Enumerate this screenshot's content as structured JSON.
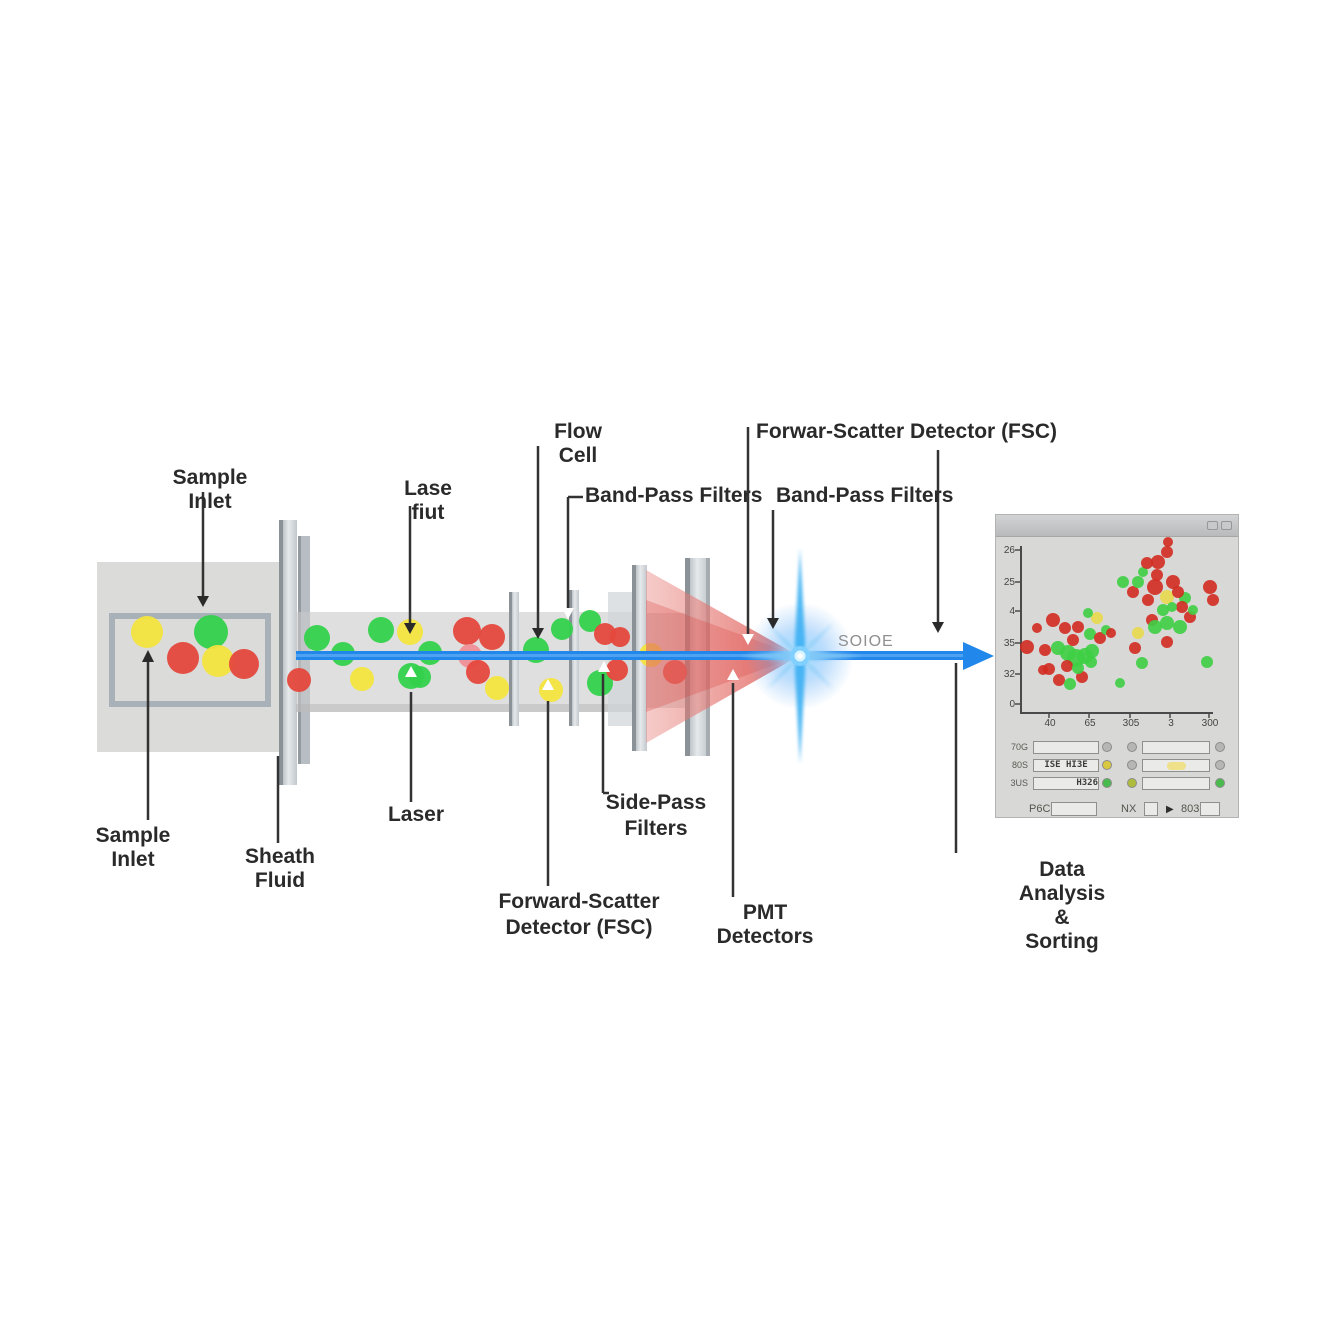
{
  "labels": {
    "sample_inlet_top": "Sample Inlet",
    "lase_fiut": "Lase fiut",
    "flow_cell": "Flow Cell",
    "band_pass_left": "Band-Pass Filters",
    "forward_scatter_top": "Forwar-Scatter Detector (FSC)",
    "band_pass_right": "Band-Pass Filters",
    "sample_inlet_bottom": "Sample Inlet",
    "sheath_fluid": "Sheath Fluid",
    "laser": "Laser",
    "fsc_bottom_line1": "Forward-Scatter",
    "fsc_bottom_line2": "Detector (FSC)",
    "side_pass_line1": "Side-Pass",
    "side_pass_line2": "Filters",
    "pmt": "PMT Detectors",
    "data_analysis": "Data Analysis & Sorting",
    "beam_text": "SOIOE"
  },
  "colors": {
    "red": "#e5483d",
    "green": "#33d14b",
    "yellow": "#f3e43e",
    "pink": "#ee8f96",
    "scatter_red": "#d32b20",
    "scatter_green": "#3ecf44",
    "scatter_yellow": "#e9d94b",
    "beam_blue": "#2287ea",
    "cone_red": "#e25c55",
    "label_text": "#2a2a2a",
    "beam_label_gray": "#8f8f8f"
  },
  "diagram": {
    "sample_beads": [
      [
        147,
        632,
        16,
        "yellow"
      ],
      [
        211,
        632,
        17,
        "green"
      ],
      [
        183,
        658,
        16,
        "red"
      ],
      [
        218,
        661,
        16,
        "yellow"
      ],
      [
        244,
        664,
        15,
        "red"
      ]
    ],
    "tube_beads": [
      [
        317,
        638,
        13,
        "green"
      ],
      [
        299,
        680,
        12,
        "red"
      ],
      [
        343,
        654,
        12,
        "green"
      ],
      [
        362,
        679,
        12,
        "yellow"
      ],
      [
        381,
        630,
        13,
        "green"
      ],
      [
        410,
        632,
        13,
        "yellow"
      ],
      [
        411,
        676,
        13,
        "green"
      ],
      [
        430,
        653,
        12,
        "green"
      ],
      [
        420,
        677,
        11,
        "green"
      ],
      [
        467,
        631,
        14,
        "red"
      ],
      [
        492,
        637,
        13,
        "red"
      ],
      [
        470,
        656,
        12,
        "pink"
      ],
      [
        478,
        672,
        12,
        "red"
      ],
      [
        497,
        688,
        12,
        "yellow"
      ],
      [
        536,
        650,
        13,
        "green"
      ],
      [
        562,
        629,
        11,
        "green"
      ],
      [
        551,
        690,
        12,
        "yellow"
      ],
      [
        590,
        621,
        11,
        "green"
      ],
      [
        605,
        634,
        11,
        "red"
      ],
      [
        600,
        683,
        13,
        "green"
      ],
      [
        620,
        637,
        10,
        "red"
      ],
      [
        617,
        670,
        11,
        "red"
      ],
      [
        651,
        655,
        12,
        "yellow"
      ],
      [
        675,
        672,
        12,
        "red"
      ]
    ]
  },
  "panel": {
    "icon_colors": {
      "gray": "#b6b7b5",
      "yellow": "#d9c83f",
      "green": "#49bb4e",
      "olive": "#aebc3e"
    },
    "control_rows": [
      {
        "label": "70G",
        "left_text": "",
        "left_icon": "gray",
        "mid_icon": "gray",
        "right_icon": "gray",
        "right_blob": false
      },
      {
        "label": "80S",
        "left_text": "ISE HI3E",
        "left_icon": "yellow",
        "mid_icon": "gray",
        "right_icon": "gray",
        "right_blob": true
      },
      {
        "label": "3US",
        "left_text": "H326",
        "left_icon": "green",
        "mid_icon": "olive",
        "right_icon": "green",
        "right_blob": false
      }
    ],
    "bottom_row": {
      "fsc_label": "P6C",
      "nx_label": "NX",
      "play": "▶",
      "num_label": "803"
    }
  },
  "chart_data": {
    "type": "scatter",
    "title": "",
    "xlabel": "",
    "ylabel": "",
    "y_ticks": [
      "26",
      "25",
      "4",
      "35",
      "32",
      "0"
    ],
    "x_ticks": [
      "40",
      "65",
      "305",
      "3",
      "300"
    ],
    "legend": [],
    "points": [
      [
        1027,
        647,
        7,
        "red"
      ],
      [
        1037,
        628,
        5,
        "red"
      ],
      [
        1045,
        650,
        6,
        "red"
      ],
      [
        1053,
        620,
        7,
        "red"
      ],
      [
        1065,
        628,
        6,
        "red"
      ],
      [
        1078,
        627,
        6,
        "red"
      ],
      [
        1058,
        648,
        7,
        "green"
      ],
      [
        1068,
        653,
        8,
        "green"
      ],
      [
        1076,
        658,
        9,
        "green"
      ],
      [
        1085,
        656,
        8,
        "green"
      ],
      [
        1092,
        651,
        7,
        "green"
      ],
      [
        1090,
        634,
        6,
        "green"
      ],
      [
        1097,
        618,
        6,
        "yellow"
      ],
      [
        1088,
        613,
        5,
        "green"
      ],
      [
        1073,
        640,
        6,
        "red"
      ],
      [
        1067,
        666,
        6,
        "red"
      ],
      [
        1049,
        669,
        6,
        "red"
      ],
      [
        1059,
        680,
        6,
        "red"
      ],
      [
        1070,
        684,
        6,
        "green"
      ],
      [
        1082,
        677,
        6,
        "red"
      ],
      [
        1091,
        662,
        6,
        "green"
      ],
      [
        1100,
        638,
        6,
        "red"
      ],
      [
        1106,
        630,
        5,
        "green"
      ],
      [
        1111,
        633,
        5,
        "red"
      ],
      [
        1043,
        670,
        5,
        "red"
      ],
      [
        1078,
        668,
        6,
        "green"
      ],
      [
        1123,
        582,
        6,
        "green"
      ],
      [
        1133,
        592,
        6,
        "red"
      ],
      [
        1138,
        582,
        6,
        "green"
      ],
      [
        1143,
        572,
        5,
        "green"
      ],
      [
        1147,
        563,
        6,
        "red"
      ],
      [
        1158,
        562,
        7,
        "red"
      ],
      [
        1167,
        552,
        6,
        "red"
      ],
      [
        1168,
        542,
        5,
        "red"
      ],
      [
        1155,
        587,
        8,
        "red"
      ],
      [
        1167,
        597,
        7,
        "yellow"
      ],
      [
        1173,
        582,
        7,
        "red"
      ],
      [
        1185,
        598,
        6,
        "green"
      ],
      [
        1182,
        607,
        6,
        "red"
      ],
      [
        1163,
        610,
        6,
        "green"
      ],
      [
        1152,
        620,
        6,
        "red"
      ],
      [
        1138,
        633,
        6,
        "yellow"
      ],
      [
        1135,
        648,
        6,
        "red"
      ],
      [
        1142,
        663,
        6,
        "green"
      ],
      [
        1155,
        627,
        7,
        "green"
      ],
      [
        1167,
        623,
        7,
        "green"
      ],
      [
        1167,
        642,
        6,
        "red"
      ],
      [
        1180,
        627,
        7,
        "green"
      ],
      [
        1190,
        617,
        6,
        "red"
      ],
      [
        1193,
        610,
        5,
        "green"
      ],
      [
        1210,
        587,
        7,
        "red"
      ],
      [
        1213,
        600,
        6,
        "red"
      ],
      [
        1207,
        662,
        6,
        "green"
      ],
      [
        1120,
        683,
        5,
        "green"
      ],
      [
        1157,
        575,
        6,
        "red"
      ],
      [
        1172,
        607,
        5,
        "green"
      ],
      [
        1178,
        592,
        6,
        "red"
      ],
      [
        1148,
        600,
        6,
        "red"
      ]
    ]
  }
}
